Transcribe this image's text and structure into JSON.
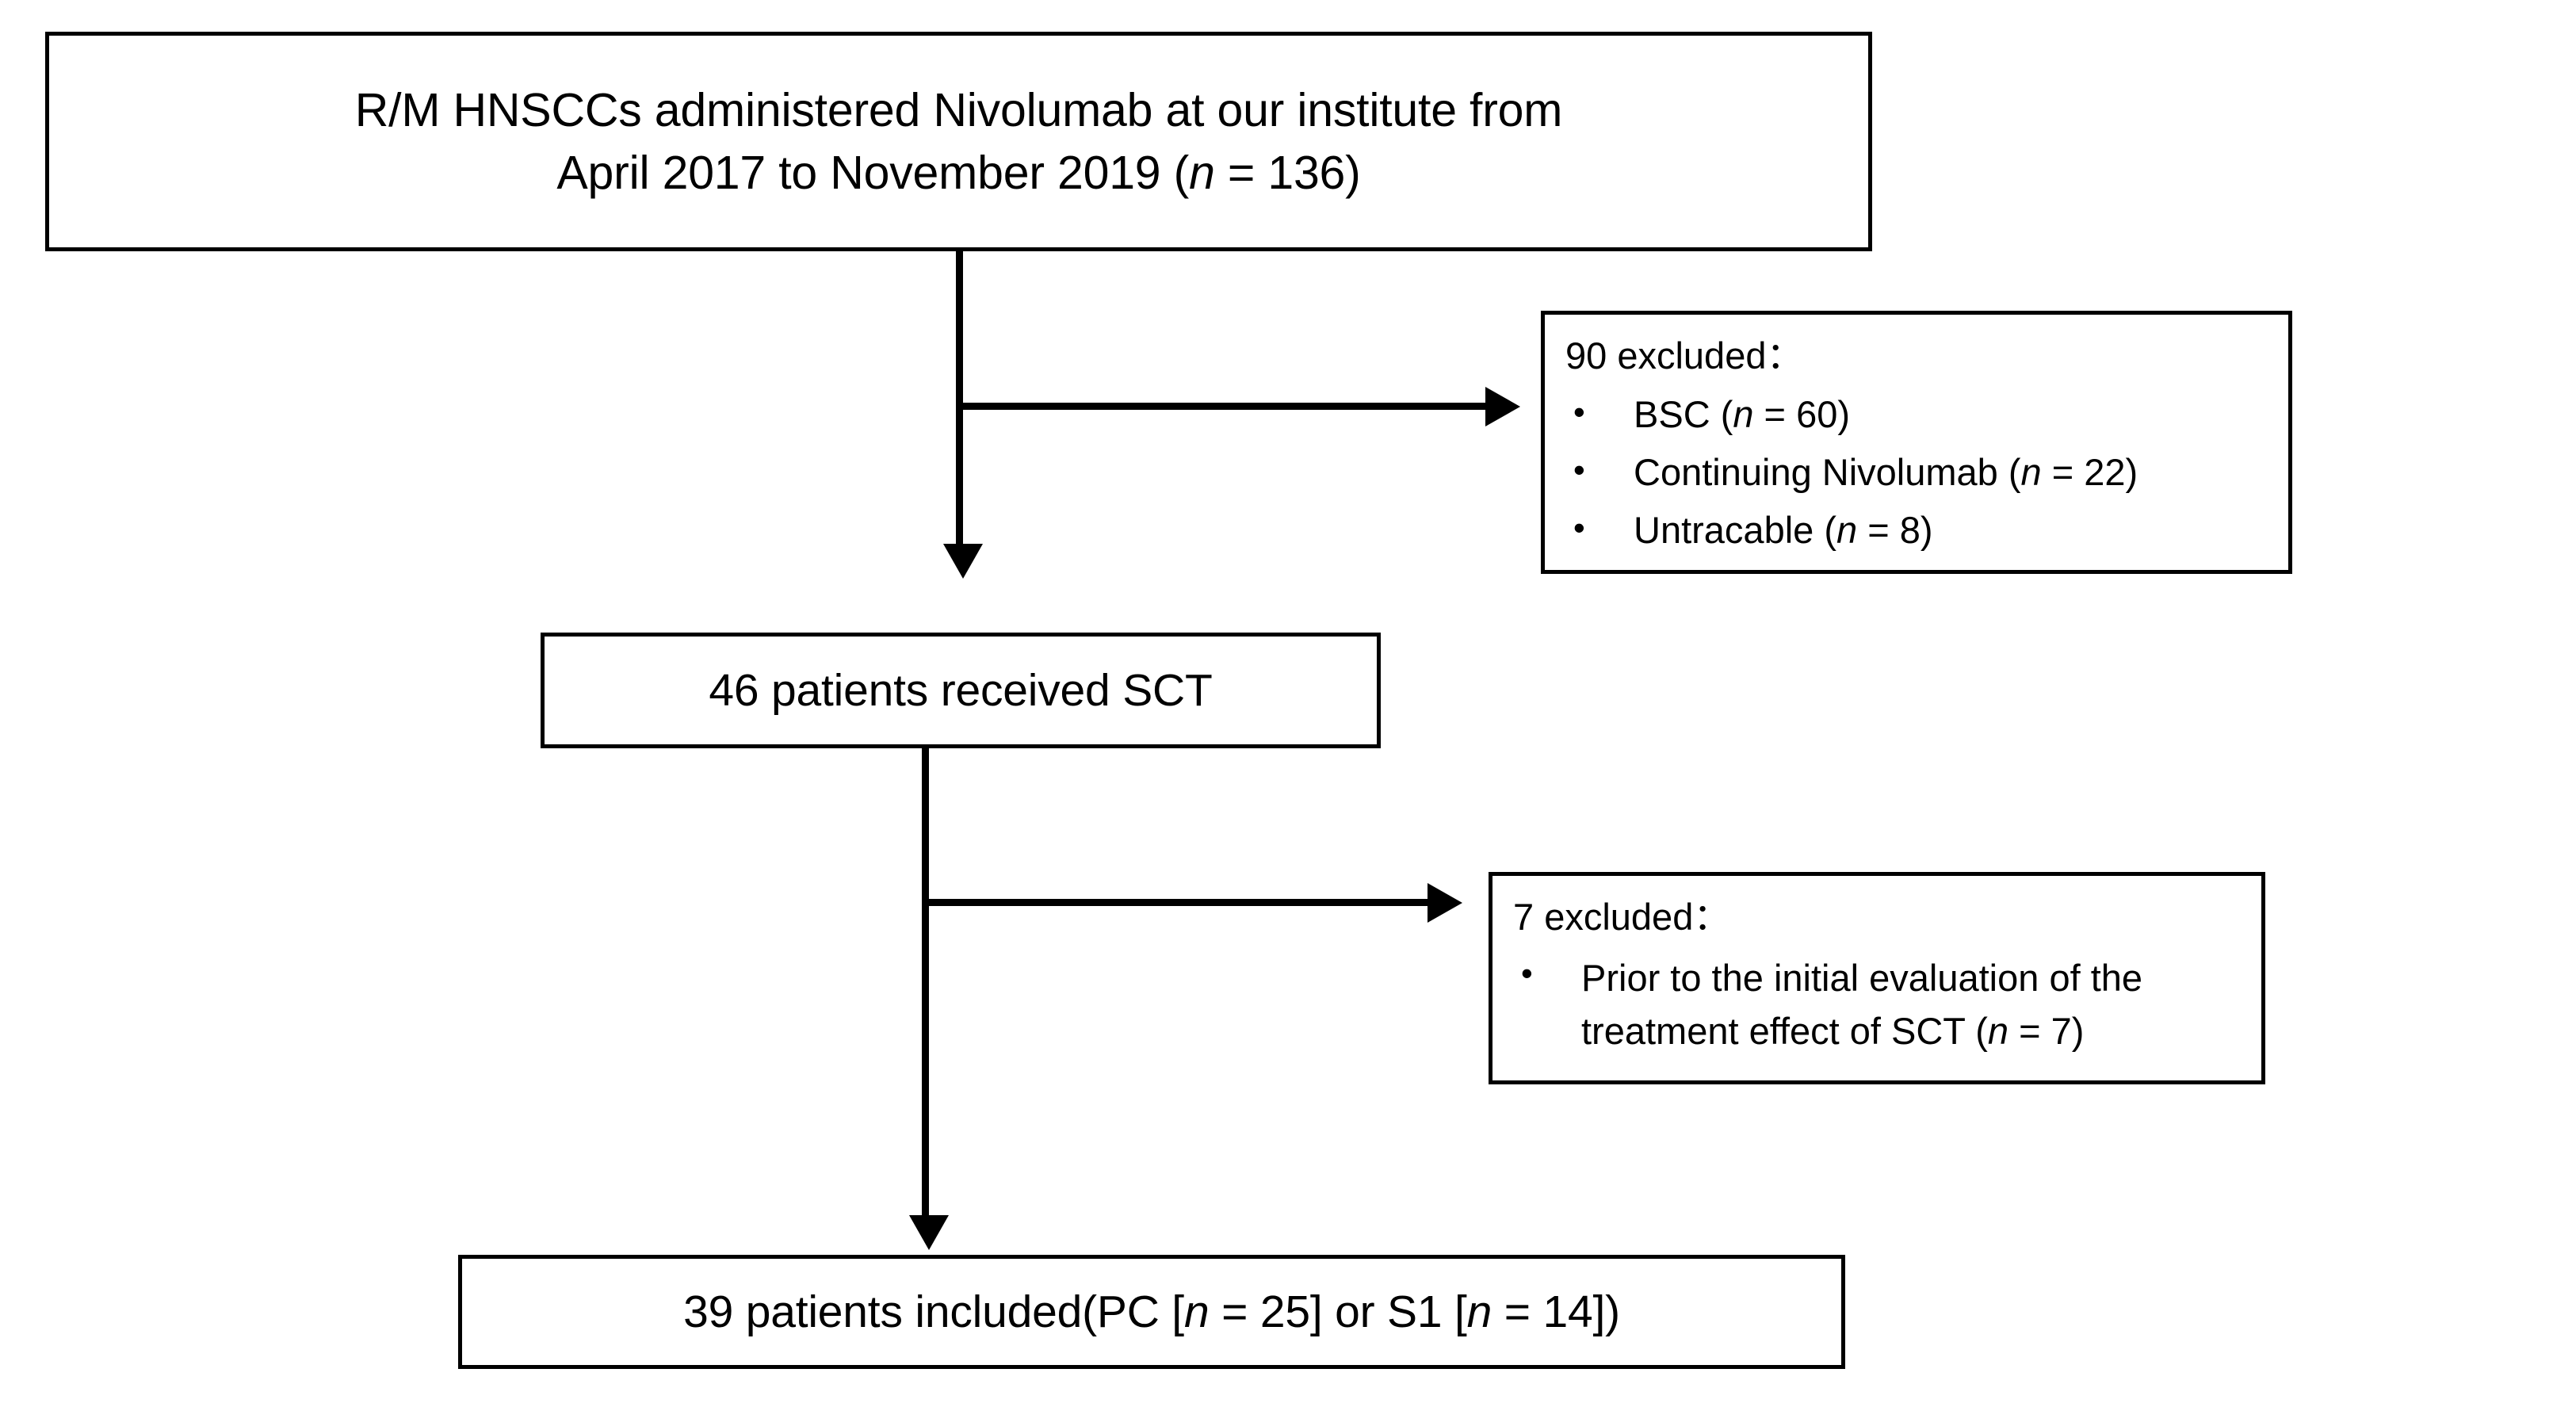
{
  "diagram": {
    "type": "consort-patient-flow",
    "nodes": {
      "top": {
        "line1": "R/M   HNSCCs administered Nivolumab at our institute from",
        "line2_before": "April 2017 to November 2019 (",
        "line2_italic": "n",
        "line2_after": " = 136)"
      },
      "sct": {
        "label": "46 patients received  SCT"
      },
      "included": {
        "before": "39 patients included(PC [",
        "italic1": "n",
        "mid1": " = 25] or S1 [",
        "italic2": "n",
        "after": " = 14])"
      }
    },
    "exclusions": [
      {
        "title": "90 excluded：",
        "items": [
          {
            "bullet": "•",
            "before": "BSC (",
            "italic": "n",
            "after": " = 60)"
          },
          {
            "bullet": "•",
            "before": "Continuing Nivolumab  (",
            "italic": "n",
            "after": " = 22)"
          },
          {
            "bullet": "•",
            "before": "Untracable   (",
            "italic": "n",
            "after": " = 8)"
          }
        ]
      },
      {
        "title": "7 excluded：",
        "items": [
          {
            "bullet": "•",
            "before": "Prior to the initial evaluation of the treatment effect of SCT (",
            "italic": "n",
            "after": " = 7)"
          }
        ]
      }
    ],
    "colors": {
      "stroke": "#000000",
      "background": "#ffffff",
      "text": "#000000"
    }
  }
}
